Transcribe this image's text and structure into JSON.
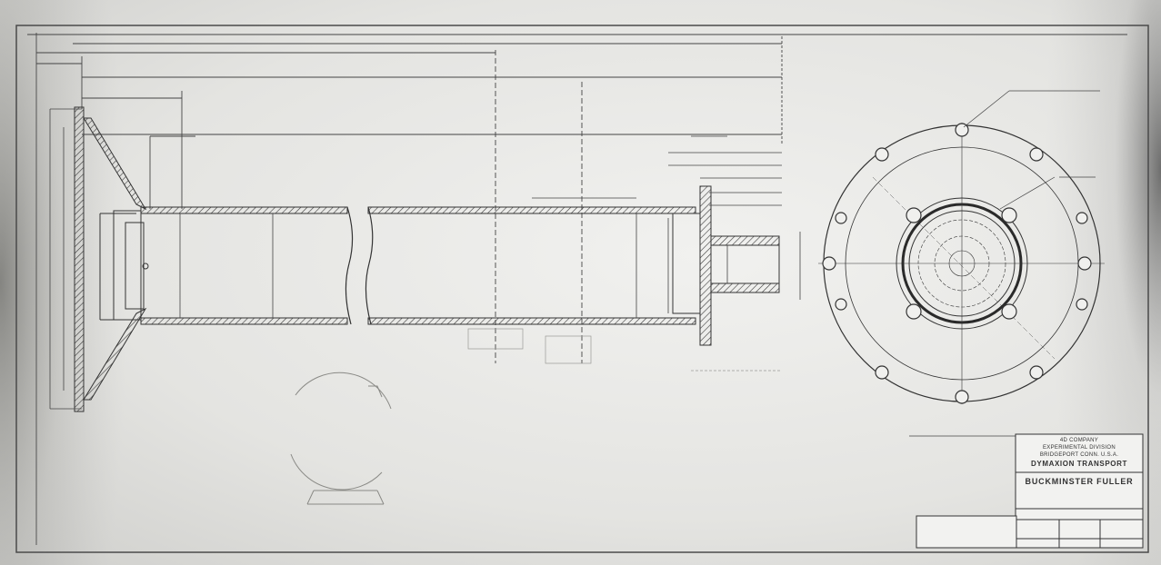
{
  "title_block": {
    "company_line1": "4D COMPANY",
    "company_line2": "EXPERIMENTAL DIVISION",
    "company_line3": "BRIDGEPORT CONN. U.S.A.",
    "project": "DYMAXION TRANSPORT",
    "designer": "BUCKMINSTER FULLER"
  },
  "colors": {
    "paper": "#ececea",
    "ink": "#3a3a3a",
    "stain": "#6e6e6a"
  }
}
